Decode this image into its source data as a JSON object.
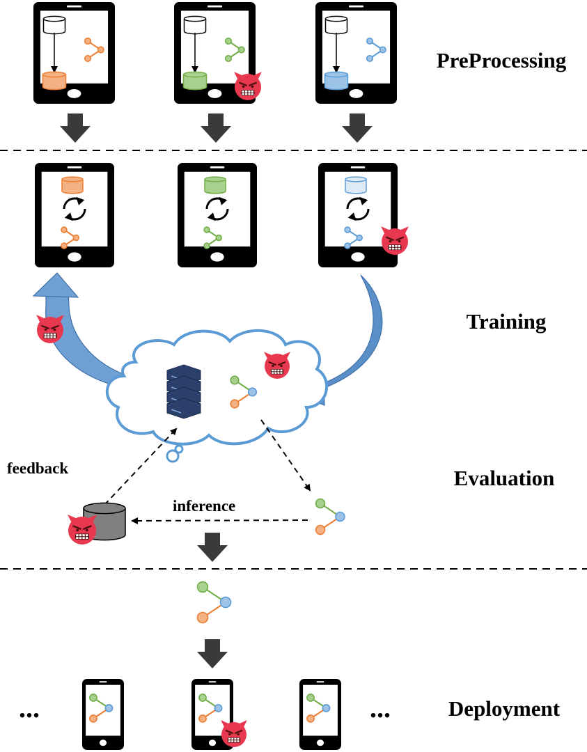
{
  "stages": {
    "preprocessing": "PreProcessing",
    "training": "Training",
    "evaluation": "Evaluation",
    "deployment": "Deployment"
  },
  "edges": {
    "feedback": "feedback",
    "inference": "inference"
  },
  "ellipsis": "...",
  "colors": {
    "orange": "#f4b183",
    "orange_stroke": "#ed7d31",
    "green": "#a9d18e",
    "green_stroke": "#70ad47",
    "blue": "#9dc3e6",
    "blue_stroke": "#5b9bd5",
    "pale_blue": "#deebf7",
    "cloud_stroke": "#5b9bd5",
    "device": "#000000",
    "arrow_dark": "#3a3a3a",
    "devil": "#e8384f",
    "storage_gray": "#808080"
  },
  "icons": {
    "database": "database-icon",
    "model": "model-graph-icon",
    "sync": "sync-icon",
    "server": "server-icon",
    "attacker": "devil-icon",
    "cloud": "cloud-icon"
  }
}
